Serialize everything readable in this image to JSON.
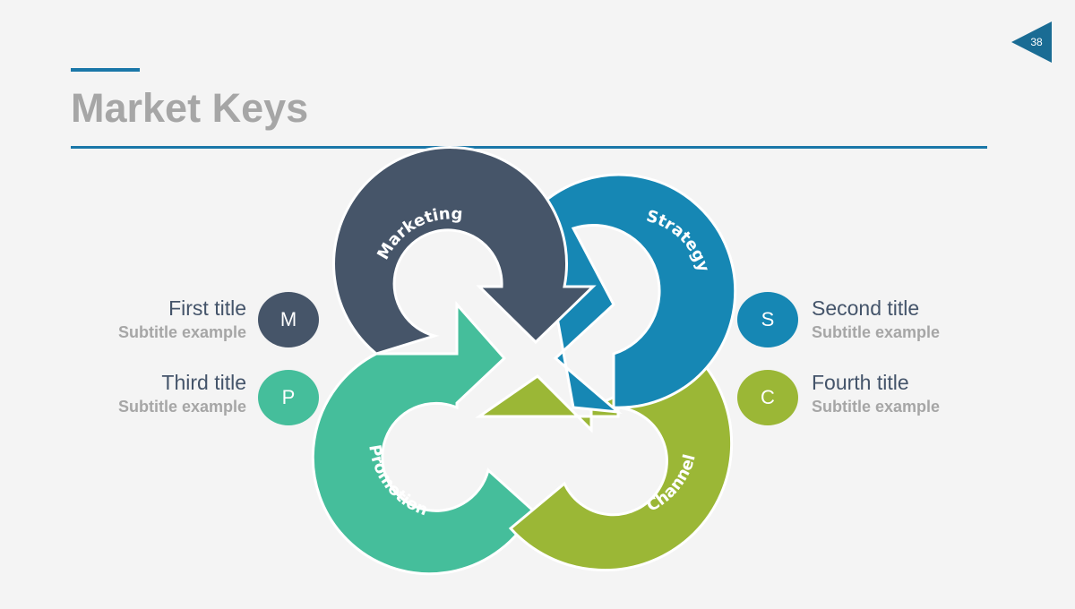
{
  "page_number": "38",
  "title": "Market Keys",
  "colors": {
    "accent": "#1a77a8",
    "marketing": "#465569",
    "strategy": "#1687b4",
    "promotion": "#45be9b",
    "channel": "#9bb736"
  },
  "segments": {
    "marketing": "Marketing",
    "strategy": "Strategy",
    "promotion": "Promotion",
    "channel": "Channel"
  },
  "items": {
    "first": {
      "title": "First title",
      "subtitle": "Subtitle example",
      "letter": "M"
    },
    "second": {
      "title": "Second title",
      "subtitle": "Subtitle example",
      "letter": "S"
    },
    "third": {
      "title": "Third title",
      "subtitle": "Subtitle example",
      "letter": "P"
    },
    "fourth": {
      "title": "Fourth title",
      "subtitle": "Subtitle example",
      "letter": "C"
    }
  }
}
